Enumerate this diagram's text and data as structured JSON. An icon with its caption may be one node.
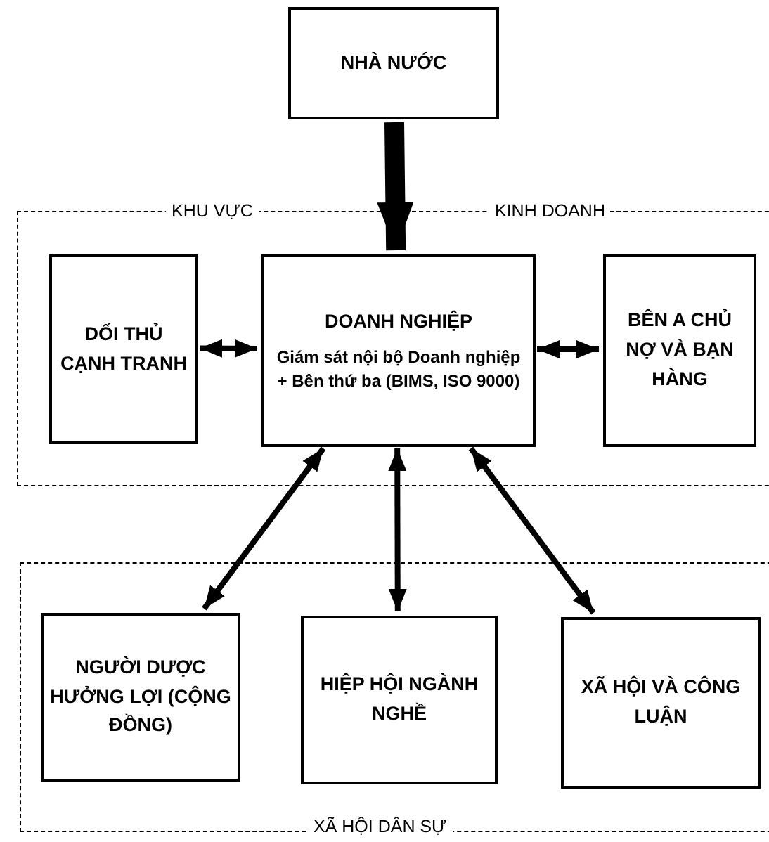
{
  "diagram": {
    "nodes": [
      {
        "text": [
          "NHÀ NƯỚC"
        ]
      },
      {
        "text": [
          "KHU VỰC",
          "KINH DOANH"
        ]
      },
      {
        "text": [
          "DỐI THỦ CẠNH TRANH"
        ],
        "in": 1
      },
      {
        "text": [
          "DOANH NGHIỆP",
          "Giám sát nội bộ Doanh nghiệp + Bên thứ ba (BIMS, ISO 9000)"
        ],
        "in": 1
      },
      {
        "text": [
          "BÊN A CHỦ NỢ VÀ BẠN HÀNG"
        ],
        "in": 1
      },
      {
        "text": [
          "XÃ HỘI DÂN SỰ"
        ]
      },
      {
        "text": [
          "NGƯỜI DƯỢC HƯỞNG LỢI (CỘNG ĐỒNG)"
        ],
        "in": 5
      },
      {
        "text": [
          "HIỆP HỘI NGÀNH NGHỀ"
        ],
        "in": 5
      },
      {
        "text": [
          "XÃ HỘI VÀ CÔNG LUẬN"
        ],
        "in": 5
      }
    ],
    "edges": [
      {
        "from": 0,
        "to": 3,
        "arrow": "to",
        "style": "thick"
      },
      {
        "from": 2,
        "to": 3,
        "arrow": "both"
      },
      {
        "from": 3,
        "to": 4,
        "arrow": "both"
      },
      {
        "from": 3,
        "to": 6,
        "arrow": "both"
      },
      {
        "from": 3,
        "to": 7,
        "arrow": "both"
      },
      {
        "from": 3,
        "to": 8,
        "arrow": "both"
      }
    ]
  }
}
